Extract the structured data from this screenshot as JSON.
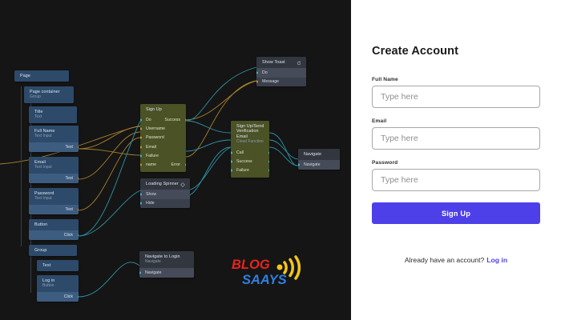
{
  "canvas": {
    "background": "#151515",
    "wire_colors": {
      "flow": "#2f93a8",
      "data": "#b0832a"
    },
    "nodes": [
      {
        "id": "page",
        "title": "Page",
        "sub": "",
        "rows": []
      },
      {
        "id": "page-container",
        "title": "Page container",
        "sub": "Group",
        "rows": []
      },
      {
        "id": "title",
        "title": "Title",
        "sub": "Text",
        "rows": []
      },
      {
        "id": "fullname",
        "title": "Full Name",
        "sub": "Text Input",
        "rows": [
          "Text"
        ]
      },
      {
        "id": "email",
        "title": "Email",
        "sub": "Text Input",
        "rows": [
          "Text"
        ]
      },
      {
        "id": "password",
        "title": "Password",
        "sub": "Text Input",
        "rows": [
          "Text"
        ]
      },
      {
        "id": "button",
        "title": "Button",
        "sub": "",
        "rows": [
          "Click"
        ]
      },
      {
        "id": "group",
        "title": "Group",
        "sub": "",
        "rows": []
      },
      {
        "id": "text",
        "title": "Text",
        "sub": "",
        "rows": []
      },
      {
        "id": "login",
        "title": "Log in",
        "sub": "Button",
        "rows": [
          "Click"
        ]
      },
      {
        "id": "signup",
        "title": "Sign Up",
        "sub": "",
        "inputs": [
          "Do",
          "Username",
          "Password",
          "Email",
          "Failure",
          "name"
        ],
        "outputs": [
          "Success",
          "Error"
        ]
      },
      {
        "id": "cloud-fn",
        "title": "Sign Up/Send Verification Email",
        "sub": "Cloud Function",
        "inputs": [
          "Call",
          "Success",
          "Failure"
        ]
      },
      {
        "id": "show-toast",
        "title": "Show Toast",
        "sub": "",
        "icon": "refresh-icon",
        "inputs": [
          "Do",
          "Message"
        ]
      },
      {
        "id": "spinner",
        "title": "Loading Spinner",
        "sub": "",
        "icon": "diamond-icon",
        "inputs": [
          "Show",
          "Hide"
        ]
      },
      {
        "id": "navigate",
        "title": "Navigate",
        "sub": "",
        "inputs": [
          "Navigate"
        ]
      },
      {
        "id": "nav-login",
        "title": "Navigate to Login",
        "sub": "Navigate",
        "inputs": [
          "Navigate"
        ]
      }
    ],
    "logo": {
      "word1": "BLOG",
      "word2": "SAAYS",
      "color1": "#e8231e",
      "color2": "#2f7fe0",
      "wave": "#f2c61a"
    }
  },
  "panel": {
    "title": "Create Account",
    "fields": [
      {
        "label": "Full Name",
        "placeholder": "Type here",
        "value": ""
      },
      {
        "label": "Email",
        "placeholder": "Type here",
        "value": ""
      },
      {
        "label": "Password",
        "placeholder": "Type here",
        "value": ""
      }
    ],
    "submit_label": "Sign Up",
    "footer_text": "Already have an account?",
    "footer_link": "Log in",
    "accent": "#4e40e8"
  }
}
